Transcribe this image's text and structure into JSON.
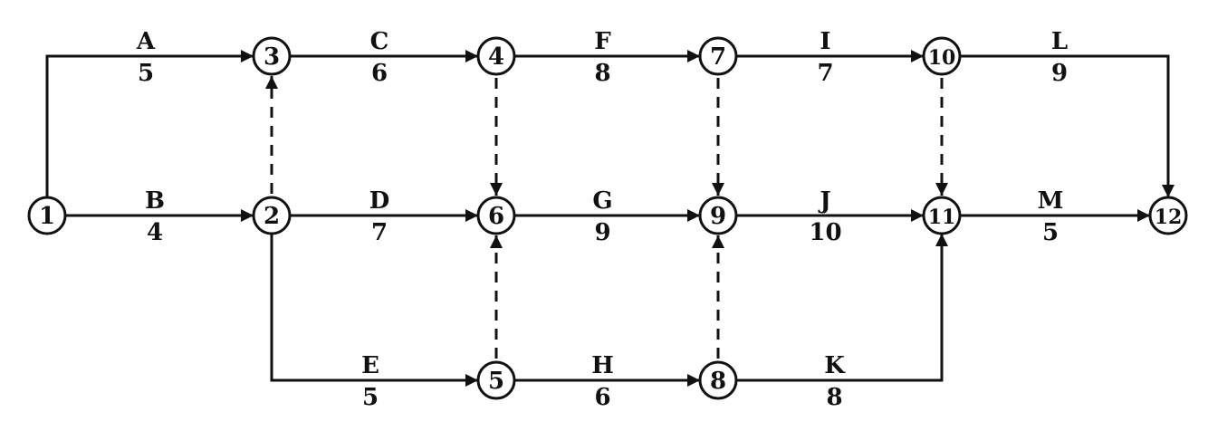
{
  "nodes": [
    "1",
    "2",
    "3",
    "4",
    "5",
    "6",
    "7",
    "8",
    "9",
    "10",
    "11",
    "12"
  ],
  "activities": [
    {
      "name": "A",
      "duration": "5",
      "from": "1",
      "to": "3"
    },
    {
      "name": "B",
      "duration": "4",
      "from": "1",
      "to": "2"
    },
    {
      "name": "C",
      "duration": "6",
      "from": "3",
      "to": "4"
    },
    {
      "name": "D",
      "duration": "7",
      "from": "2",
      "to": "6"
    },
    {
      "name": "E",
      "duration": "5",
      "from": "2",
      "to": "5"
    },
    {
      "name": "F",
      "duration": "8",
      "from": "4",
      "to": "7"
    },
    {
      "name": "G",
      "duration": "9",
      "from": "6",
      "to": "9"
    },
    {
      "name": "H",
      "duration": "6",
      "from": "5",
      "to": "8"
    },
    {
      "name": "I",
      "duration": "7",
      "from": "7",
      "to": "10"
    },
    {
      "name": "J",
      "duration": "10",
      "from": "9",
      "to": "11"
    },
    {
      "name": "K",
      "duration": "8",
      "from": "8",
      "to": "11"
    },
    {
      "name": "L",
      "duration": "9",
      "from": "10",
      "to": "12"
    },
    {
      "name": "M",
      "duration": "5",
      "from": "11",
      "to": "12"
    }
  ],
  "dummies": [
    {
      "from": "2",
      "to": "3"
    },
    {
      "from": "4",
      "to": "6"
    },
    {
      "from": "5",
      "to": "6"
    },
    {
      "from": "7",
      "to": "9"
    },
    {
      "from": "8",
      "to": "9"
    },
    {
      "from": "10",
      "to": "11"
    }
  ],
  "colors": {
    "stroke": "#111111",
    "background": "#ffffff"
  }
}
